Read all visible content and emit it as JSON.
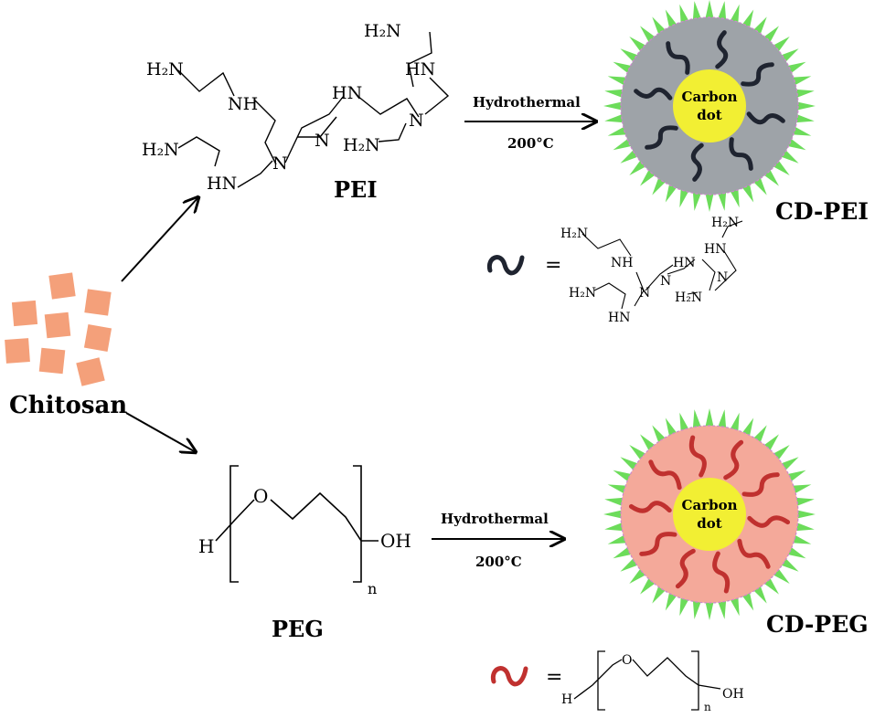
{
  "labels": {
    "chitosan": "Chitosan",
    "pei": "PEI",
    "peg": "PEG",
    "cd_pei": "CD-PEI",
    "cd_peg": "CD-PEG",
    "hydrothermal_top": "Hydrothermal",
    "temp_top": "200°C",
    "hydrothermal_bottom": "Hydrothermal",
    "temp_bottom": "200°C",
    "carbon_top_1": "Carbon",
    "carbon_top_2": "dot",
    "carbon_bottom_1": "Carbon",
    "carbon_bottom_2": "dot",
    "equals_top": "=",
    "equals_bottom": "="
  },
  "pei_structure": {
    "h2n_1": "H₂N",
    "h2n_2": "H₂N",
    "h2n_3": "H₂N",
    "h2n_4": "H₂N",
    "nh_1": "NH",
    "hn_1": "HN",
    "hn_2": "HN",
    "hn_3": "HN",
    "n_1": "N",
    "n_2": "N",
    "n_3": "N"
  },
  "pei_legend": {
    "h2n_1": "H₂N",
    "h2n_2": "H₂N",
    "h2n_3": "H₂N",
    "h2n_4": "H₂N",
    "nh_1": "NH",
    "hn_1": "HN",
    "hn_2": "HN",
    "hn_3": "HN",
    "n_1": "N",
    "n_2": "N",
    "n_3": "N"
  },
  "peg_structure": {
    "h": "H",
    "o": "O",
    "oh": "OH",
    "n": "n"
  },
  "peg_legend": {
    "h": "H",
    "o": "O",
    "oh": "OH",
    "n": "n"
  },
  "colors": {
    "chitosan": "#f4a07a",
    "pei_shell": "#9ea3a8",
    "peg_shell": "#f4a99a",
    "core": "#f2ef33",
    "spike": "#6cdc5a",
    "pei_chain": "#1f2430",
    "peg_chain": "#c0312f"
  }
}
